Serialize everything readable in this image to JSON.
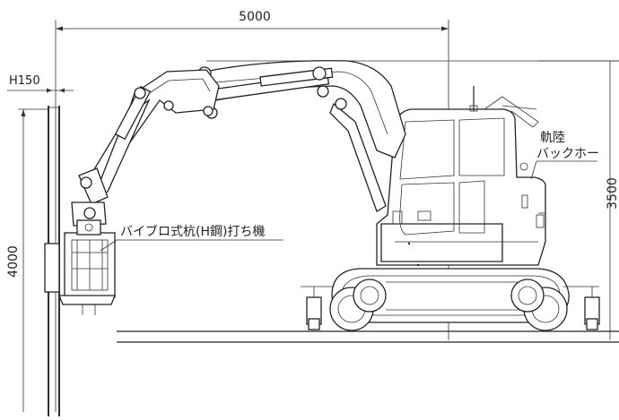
{
  "dimensions": {
    "reach": "5000",
    "pile_offset": "H150",
    "pile_height": "4000",
    "machine_height": "3500"
  },
  "labels": {
    "pile_driver": "バイブロ式杭(H鋼)打ち機",
    "rail_backhoe_line1": "軌陸",
    "rail_backhoe_line2": "バックホー"
  }
}
